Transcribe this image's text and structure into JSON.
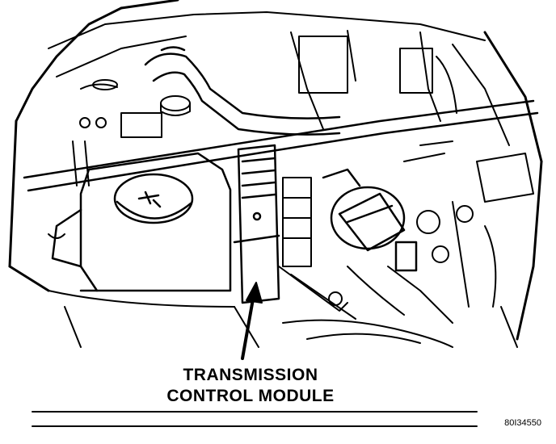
{
  "callout": {
    "line1": "TRANSMISSION",
    "line2": "CONTROL MODULE"
  },
  "figure_id": "80I34550",
  "colors": {
    "ink": "#000000",
    "paper": "#ffffff"
  }
}
